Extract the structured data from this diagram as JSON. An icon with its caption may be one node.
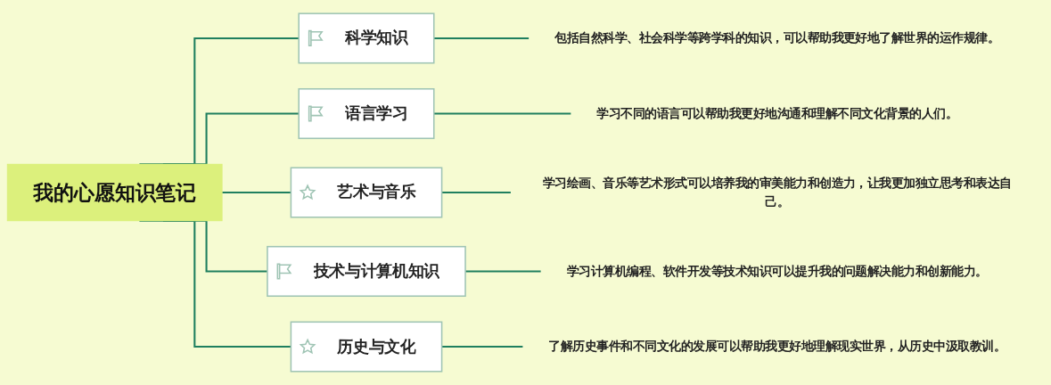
{
  "diagram": {
    "nodes": [
      {
        "text": [
          "我的心愿知识笔记"
        ]
      },
      {
        "text": [
          "科学知识"
        ]
      },
      {
        "text": [
          "包括自然科学、社会科学等跨学科的知识，可以帮助我更好地了解世界的运作规律。"
        ]
      },
      {
        "text": [
          "语言学习"
        ]
      },
      {
        "text": [
          "学习不同的语言可以帮助我更好地沟通和理解不同文化背景的人们。"
        ]
      },
      {
        "text": [
          "艺术与音乐"
        ]
      },
      {
        "text": [
          "学习绘画、音乐等艺术形式可以培养我的审美能力和创造力，让我更加独立思考和表达自己。"
        ]
      },
      {
        "text": [
          "技术与计算机知识"
        ]
      },
      {
        "text": [
          "学习计算机编程、软件开发等技术知识可以提升我的问题解决能力和创新能力。"
        ]
      },
      {
        "text": [
          "历史与文化"
        ]
      },
      {
        "text": [
          "了解历史事件和不同文化的发展可以帮助我更好地理解现实世界，从历史中汲取教训。"
        ]
      }
    ],
    "edges": [
      {
        "from": 0,
        "to": 1,
        "arrow": "none"
      },
      {
        "from": 0,
        "to": 3,
        "arrow": "none"
      },
      {
        "from": 0,
        "to": 5,
        "arrow": "none"
      },
      {
        "from": 0,
        "to": 7,
        "arrow": "none"
      },
      {
        "from": 0,
        "to": 9,
        "arrow": "none"
      },
      {
        "from": 1,
        "to": 2,
        "arrow": "none"
      },
      {
        "from": 3,
        "to": 4,
        "arrow": "none"
      },
      {
        "from": 5,
        "to": 6,
        "arrow": "none"
      },
      {
        "from": 7,
        "to": 8,
        "arrow": "none"
      },
      {
        "from": 9,
        "to": 10,
        "arrow": "none"
      }
    ]
  }
}
